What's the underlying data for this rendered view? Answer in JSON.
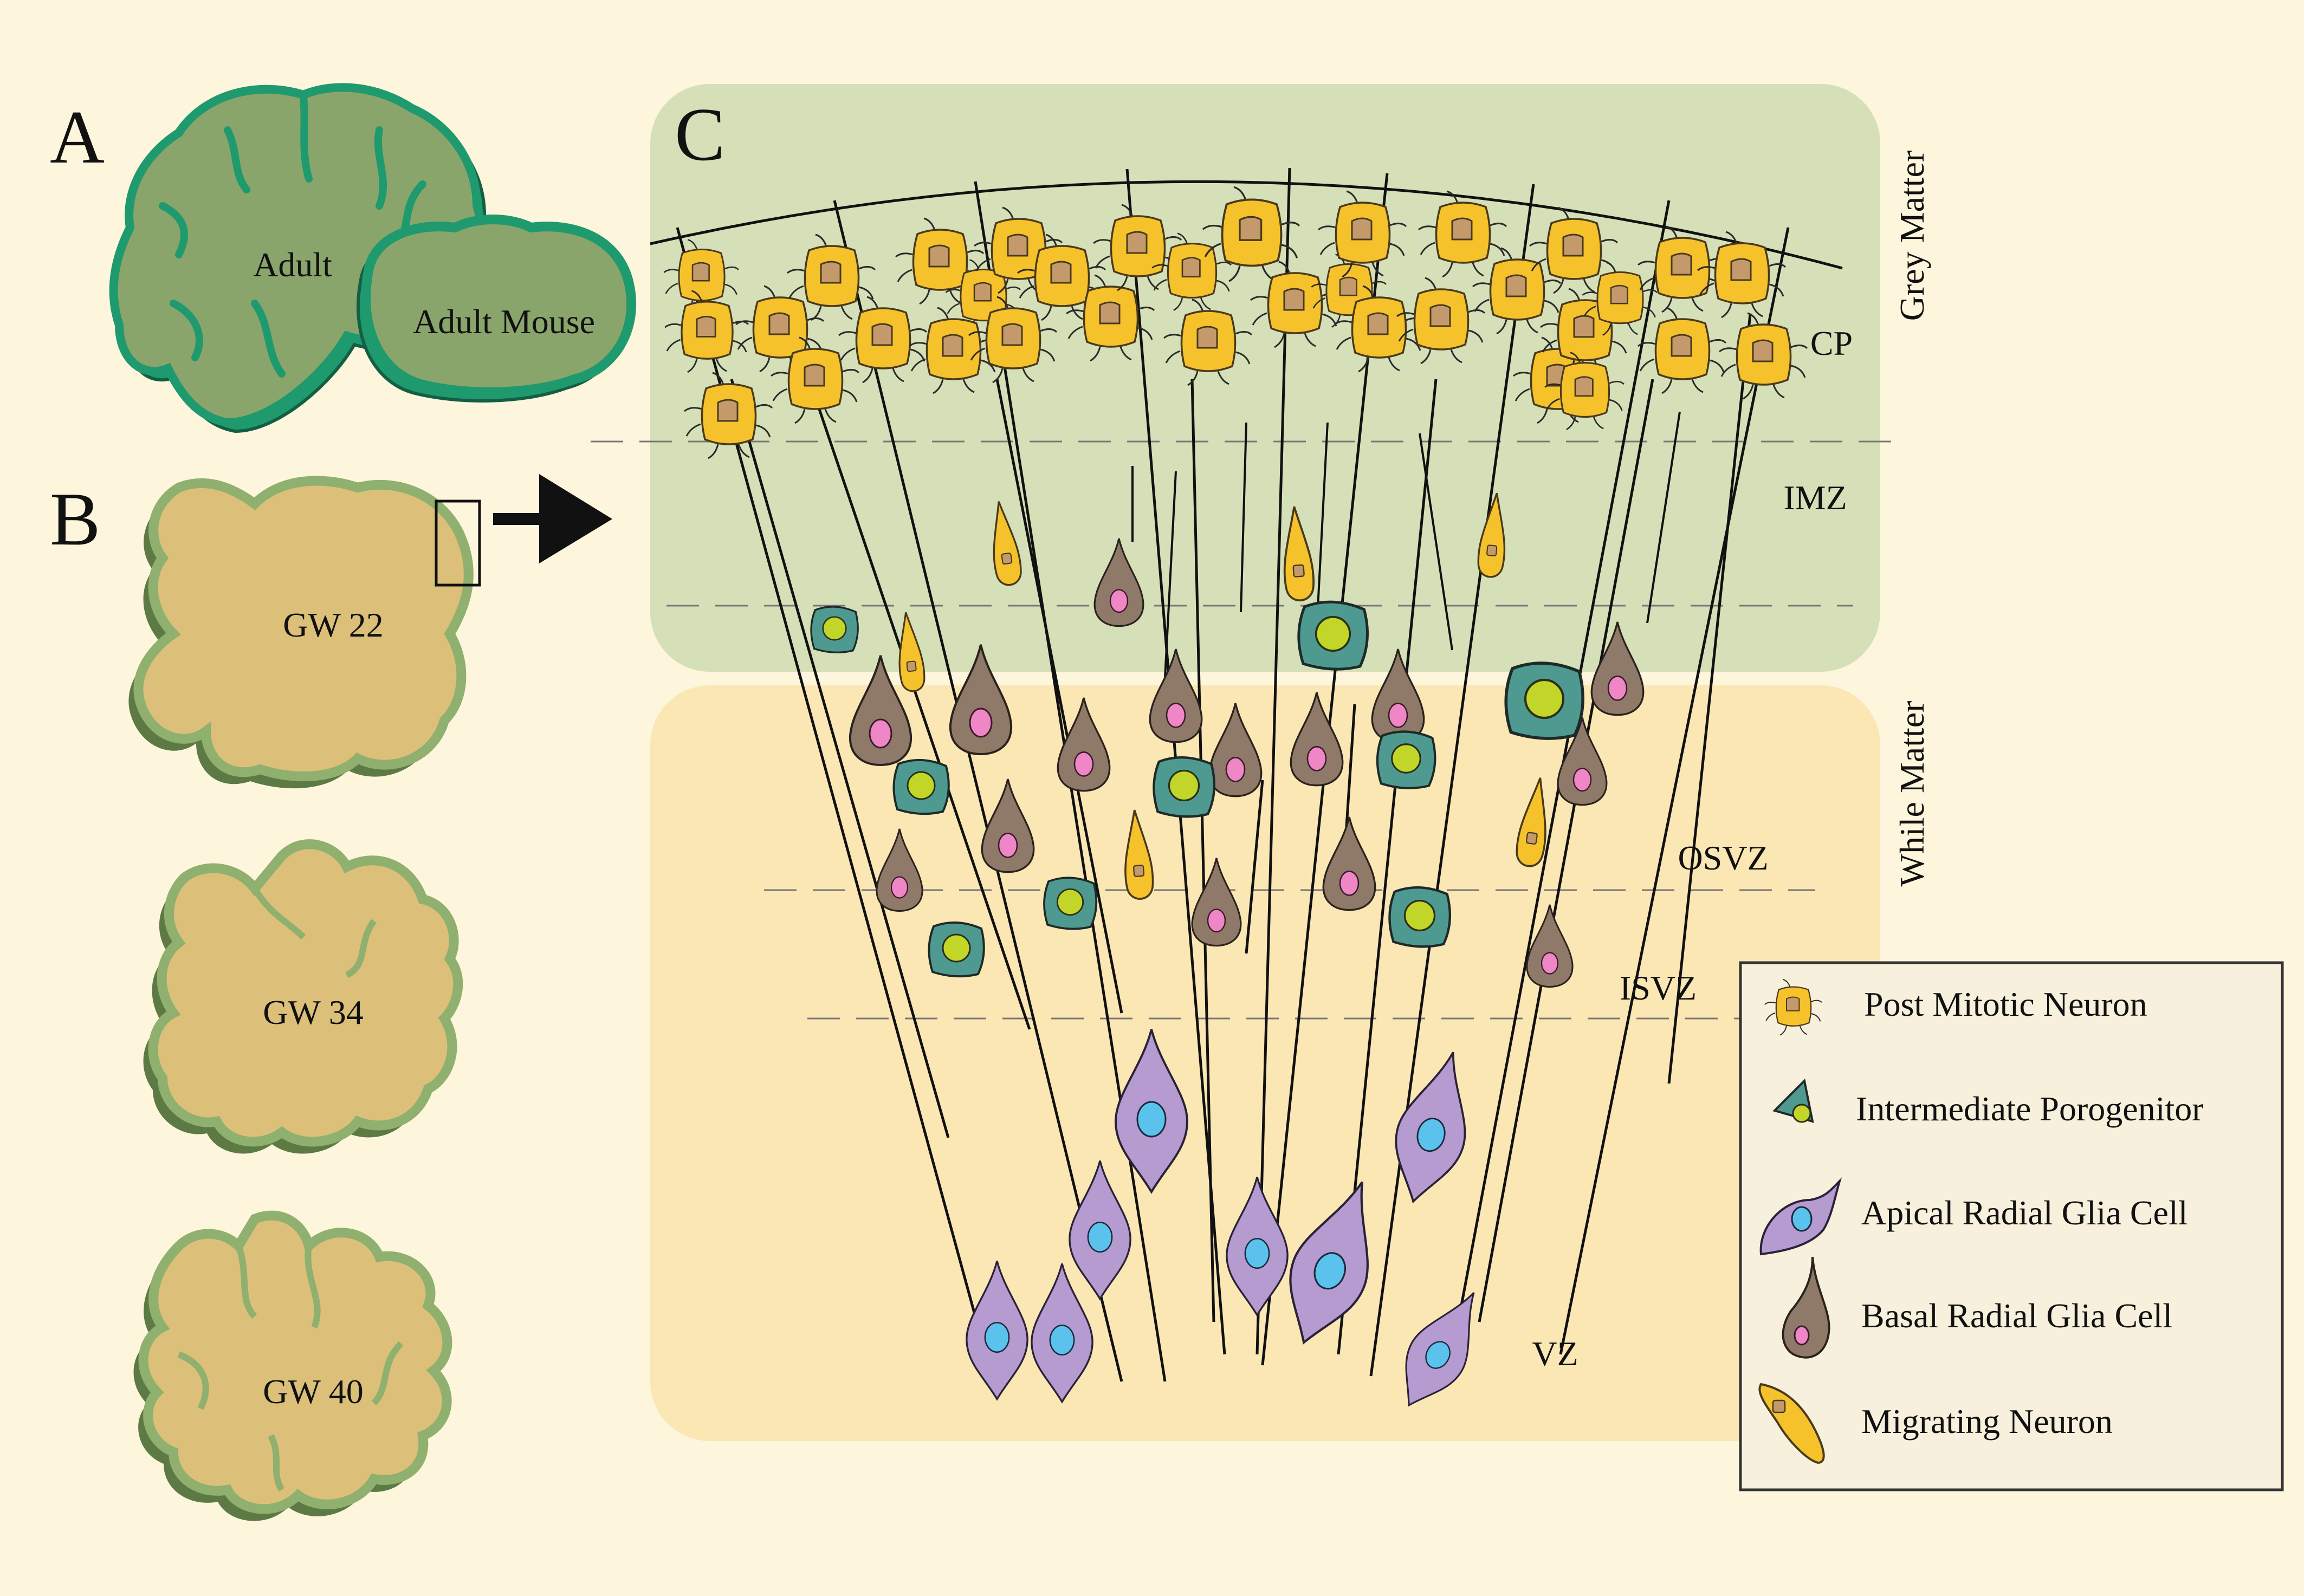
{
  "panels": {
    "a": {
      "letter": "A",
      "adult_label": "Adult",
      "mouse_label": "Adult Mouse"
    },
    "b": {
      "letter": "B",
      "stages": [
        "GW 22",
        "GW 34",
        "GW 40"
      ]
    },
    "c": {
      "letter": "C"
    }
  },
  "layers": {
    "cp": "CP",
    "imz": "IMZ",
    "osvz": "OSVZ",
    "isvz": "ISVZ",
    "vz": "VZ"
  },
  "regions": {
    "grey": "Grey Matter",
    "white": "While Matter"
  },
  "legend": {
    "items": [
      {
        "icon": "post-mitotic-neuron-icon",
        "label": "Post Mitotic Neuron"
      },
      {
        "icon": "intermediate-progenitor-icon",
        "label": "Intermediate Porogenitor"
      },
      {
        "icon": "apical-radial-glia-icon",
        "label": "Apical Radial Glia Cell"
      },
      {
        "icon": "basal-radial-glia-icon",
        "label": "Basal Radial Glia Cell"
      },
      {
        "icon": "migrating-neuron-icon",
        "label": "Migrating Neuron"
      }
    ]
  },
  "colors": {
    "background": "#fdf5dc",
    "grey_matter_band": "#d6e0b8",
    "white_matter_band": "#fbe7b4",
    "adult_brain_fill": "#8aa56c",
    "adult_brain_edge": "#1e9a6e",
    "fetal_brain_fill": "#dcc07a",
    "fetal_brain_edge": "#8fb06e",
    "post_mitotic_neuron": "#f5c22c",
    "post_mitotic_nucleus": "#c49a6c",
    "intermediate_progenitor": "#4f9a90",
    "intermediate_nucleus": "#c2d62a",
    "apical_radial_glia": "#b59bd0",
    "apical_nucleus": "#5bc2ee",
    "basal_radial_glia": "#8f7a6a",
    "basal_nucleus": "#ef86c6",
    "migrating_neuron": "#f5c22c",
    "migrating_nucleus": "#c49a6c"
  }
}
